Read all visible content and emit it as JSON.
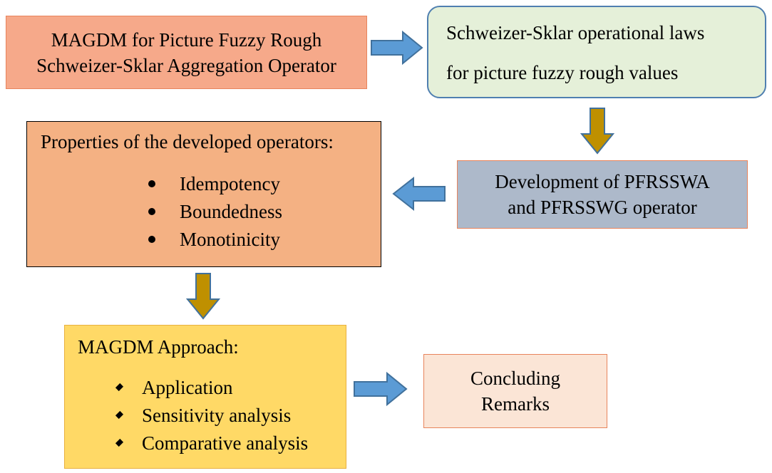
{
  "boxes": {
    "title": {
      "line1": "MAGDM for Picture Fuzzy Rough",
      "line2": "Schweizer-Sklar Aggregation Operator"
    },
    "laws": {
      "line1": "Schweizer-Sklar operational laws",
      "line2": "for picture fuzzy rough values"
    },
    "properties": {
      "heading": "Properties of the developed operators:",
      "items": [
        "Idempotency",
        "Boundedness",
        "Monotinicity"
      ]
    },
    "development": {
      "line1": "Development of PFRSSWA",
      "line2": "and PFRSSWG operator"
    },
    "approach": {
      "heading": "MAGDM Approach:",
      "items": [
        "Application",
        "Sensitivity analysis",
        "Comparative analysis"
      ]
    },
    "concluding": {
      "line1": "Concluding",
      "line2": "Remarks"
    }
  },
  "colors": {
    "title_fill": "#f6a98a",
    "laws_fill": "#e5f0d9",
    "properties_fill": "#f4b183",
    "development_fill": "#adb9ca",
    "approach_fill": "#ffd966",
    "concluding_fill": "#fbe5d6",
    "blue_arrow": "#5b9bd5",
    "gold_arrow": "#bf9000"
  }
}
